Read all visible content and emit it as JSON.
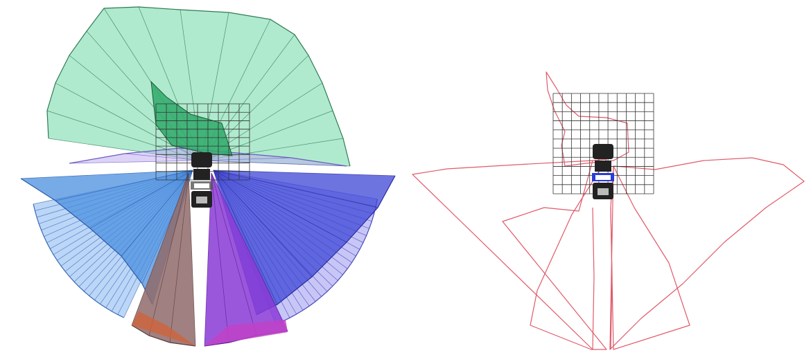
{
  "panels": [
    {
      "id": "left",
      "description_key": "sensor-coverage-fans",
      "regions": [
        {
          "name": "green-coverage",
          "color": "#6fd9a6",
          "dark_color": "#2faa6a"
        },
        {
          "name": "lavender-coverage",
          "color": "#b9a8f0"
        },
        {
          "name": "left-blue-fan",
          "color": "#4a8fe0",
          "light_color": "#9fc4f3"
        },
        {
          "name": "right-blue-fan",
          "color": "#3c46d6",
          "light_color": "#a9a8f3"
        },
        {
          "name": "brown-fan",
          "color": "#8f6a6a",
          "accent_color": "#d0633a"
        },
        {
          "name": "purple-fan",
          "color": "#8a3ad6",
          "accent_color": "#c042c8"
        }
      ],
      "grid": {
        "rows": 9,
        "cols": 9,
        "color": "#333333"
      },
      "vehicle": {
        "color": "#222222"
      }
    },
    {
      "id": "right",
      "description_key": "coverage-outlines",
      "outline_color": "#e05a6a",
      "grid": {
        "rows": 11,
        "cols": 11,
        "color": "#333333"
      },
      "vehicle": {
        "color": "#222222",
        "accent_color": "#2b3bd8"
      }
    }
  ]
}
